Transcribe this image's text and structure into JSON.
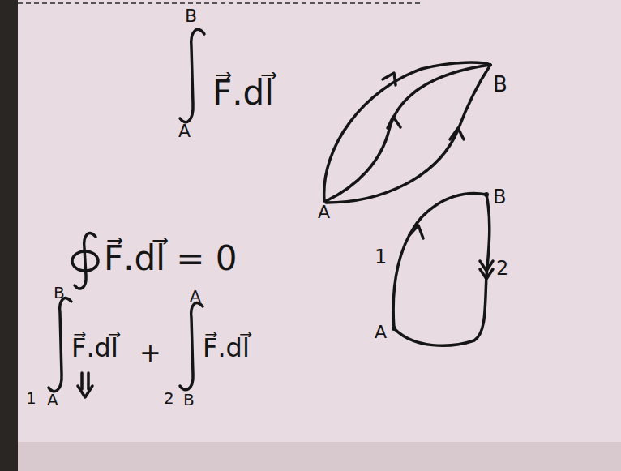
{
  "diagram": {
    "labels": [
      "B",
      "A",
      "F⃗.dl⃗",
      "B",
      "A",
      "F⃗.dl⃗ = 0",
      "B",
      "1",
      "A",
      "F⃗.dl⃗",
      "+",
      "A",
      "2",
      "B",
      "F⃗.dl⃗",
      "1",
      "2",
      "A",
      "B"
    ]
  }
}
